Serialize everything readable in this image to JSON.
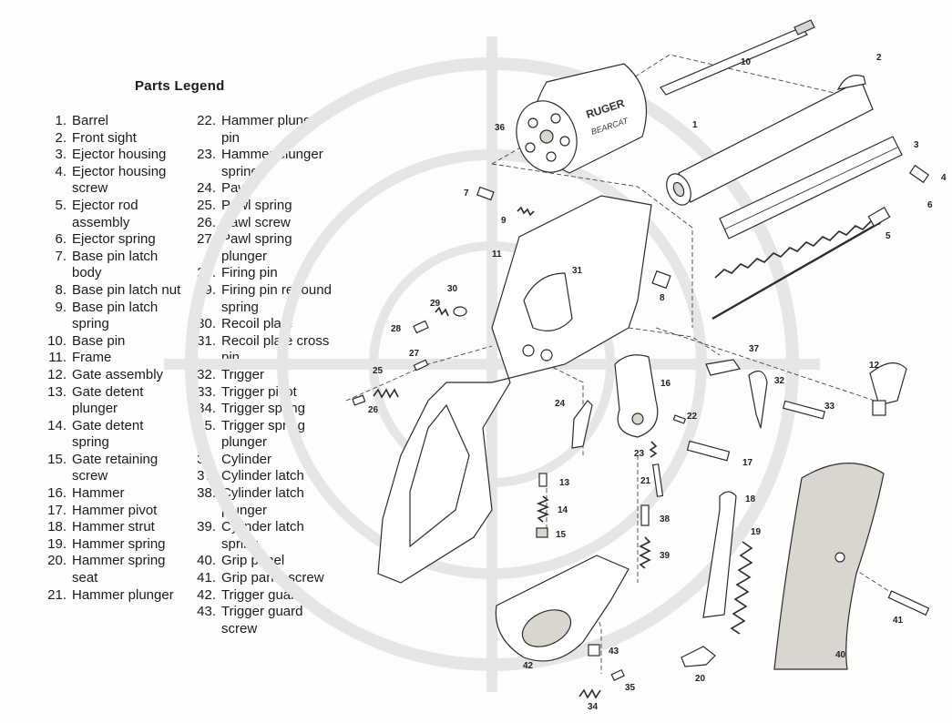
{
  "legend": {
    "title": "Parts Legend",
    "left_column": [
      {
        "number": "1.",
        "name": "Barrel"
      },
      {
        "number": "2.",
        "name": "Front sight"
      },
      {
        "number": "3.",
        "name": "Ejector housing"
      },
      {
        "number": "4.",
        "name": "Ejector housing screw"
      },
      {
        "number": "5.",
        "name": "Ejector rod assembly"
      },
      {
        "number": "6.",
        "name": "Ejector spring"
      },
      {
        "number": "7.",
        "name": "Base pin latch body"
      },
      {
        "number": "8.",
        "name": "Base pin latch nut"
      },
      {
        "number": "9.",
        "name": "Base pin latch spring"
      },
      {
        "number": "10.",
        "name": "Base pin"
      },
      {
        "number": "11.",
        "name": "Frame"
      },
      {
        "number": "12.",
        "name": "Gate assembly"
      },
      {
        "number": "13.",
        "name": "Gate detent plunger"
      },
      {
        "number": "14.",
        "name": "Gate detent spring"
      },
      {
        "number": "15.",
        "name": "Gate retaining screw"
      },
      {
        "number": "16.",
        "name": "Hammer"
      },
      {
        "number": "17.",
        "name": "Hammer pivot"
      },
      {
        "number": "18.",
        "name": "Hammer strut"
      },
      {
        "number": "19.",
        "name": "Hammer spring"
      },
      {
        "number": "20.",
        "name": "Hammer spring seat"
      },
      {
        "number": "21.",
        "name": "Hammer plunger"
      }
    ],
    "right_column": [
      {
        "number": "22.",
        "name": "Hammer plunger pin"
      },
      {
        "number": "23.",
        "name": "Hammer plunger spring"
      },
      {
        "number": "24.",
        "name": "Pawl"
      },
      {
        "number": "25.",
        "name": "Pawl spring"
      },
      {
        "number": "26.",
        "name": "Pawl screw"
      },
      {
        "number": "27.",
        "name": "Pawl spring plunger"
      },
      {
        "number": "28.",
        "name": "Firing pin"
      },
      {
        "number": "29.",
        "name": "Firing pin rebound spring"
      },
      {
        "number": "30.",
        "name": "Recoil plate"
      },
      {
        "number": "31.",
        "name": "Recoil plate cross pin"
      },
      {
        "number": "32.",
        "name": "Trigger"
      },
      {
        "number": "33.",
        "name": "Trigger pivot"
      },
      {
        "number": "34.",
        "name": "Trigger spring"
      },
      {
        "number": "35.",
        "name": "Trigger spring plunger"
      },
      {
        "number": "36.",
        "name": "Cylinder"
      },
      {
        "number": "37.",
        "name": "Cylinder latch"
      },
      {
        "number": "38.",
        "name": "Cylinder latch plunger"
      },
      {
        "number": "39.",
        "name": "Cylinder latch spring"
      },
      {
        "number": "40.",
        "name": "Grip panel"
      },
      {
        "number": "41.",
        "name": "Grip panel screw"
      },
      {
        "number": "42.",
        "name": "Trigger guard"
      },
      {
        "number": "43.",
        "name": "Trigger guard screw"
      }
    ]
  },
  "cylinder_marking": {
    "line1": "RUGER",
    "line2": "BEARCAT"
  },
  "callouts": [
    {
      "label": "1"
    },
    {
      "label": "2"
    },
    {
      "label": "3"
    },
    {
      "label": "4"
    },
    {
      "label": "5"
    },
    {
      "label": "6"
    },
    {
      "label": "7"
    },
    {
      "label": "8"
    },
    {
      "label": "9"
    },
    {
      "label": "10"
    },
    {
      "label": "11"
    },
    {
      "label": "12"
    },
    {
      "label": "13"
    },
    {
      "label": "14"
    },
    {
      "label": "15"
    },
    {
      "label": "16"
    },
    {
      "label": "17"
    },
    {
      "label": "18"
    },
    {
      "label": "19"
    },
    {
      "label": "20"
    },
    {
      "label": "21"
    },
    {
      "label": "22"
    },
    {
      "label": "23"
    },
    {
      "label": "24"
    },
    {
      "label": "25"
    },
    {
      "label": "26"
    },
    {
      "label": "27"
    },
    {
      "label": "28"
    },
    {
      "label": "29"
    },
    {
      "label": "30"
    },
    {
      "label": "31"
    },
    {
      "label": "32"
    },
    {
      "label": "33"
    },
    {
      "label": "34"
    },
    {
      "label": "35"
    },
    {
      "label": "36"
    },
    {
      "label": "37"
    },
    {
      "label": "38"
    },
    {
      "label": "39"
    },
    {
      "label": "40"
    },
    {
      "label": "41"
    },
    {
      "label": "42"
    },
    {
      "label": "43"
    }
  ]
}
